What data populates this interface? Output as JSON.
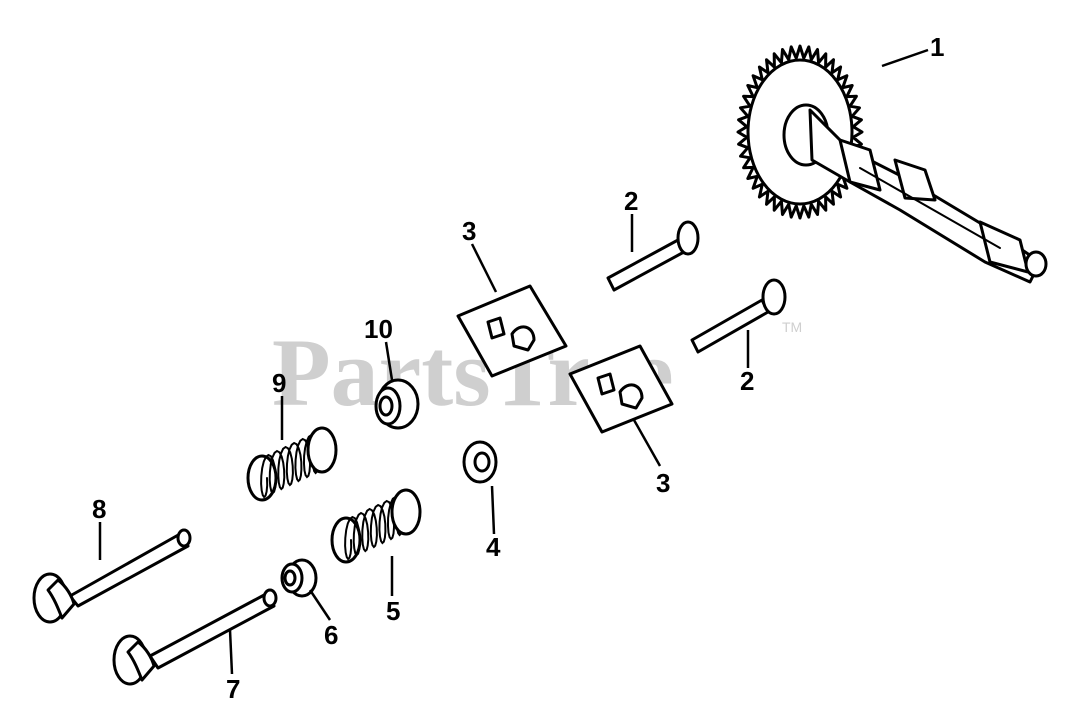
{
  "watermark": {
    "text": "PartsTree",
    "trademark": "TM"
  },
  "callouts": {
    "c1": "1",
    "c2a": "2",
    "c2b": "2",
    "c3a": "3",
    "c3b": "3",
    "c4": "4",
    "c5": "5",
    "c6": "6",
    "c7": "7",
    "c8": "8",
    "c9": "9",
    "c10": "10"
  },
  "colors": {
    "ink": "#000000",
    "watermark": "#cfcfcf",
    "background": "#ffffff"
  }
}
